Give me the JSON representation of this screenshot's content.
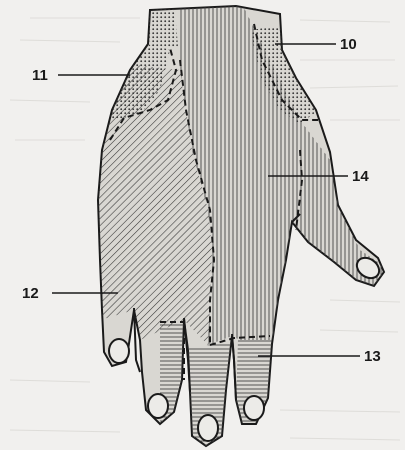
{
  "figure": {
    "callouts": [
      {
        "id": "10",
        "label": "10"
      },
      {
        "id": "11",
        "label": "11"
      },
      {
        "id": "12",
        "label": "12"
      },
      {
        "id": "13",
        "label": "13"
      },
      {
        "id": "14",
        "label": "14"
      }
    ]
  },
  "colors": {
    "background": "#f1f0ee",
    "ink": "#1a1a1a",
    "skin": "#d9d7d2"
  }
}
